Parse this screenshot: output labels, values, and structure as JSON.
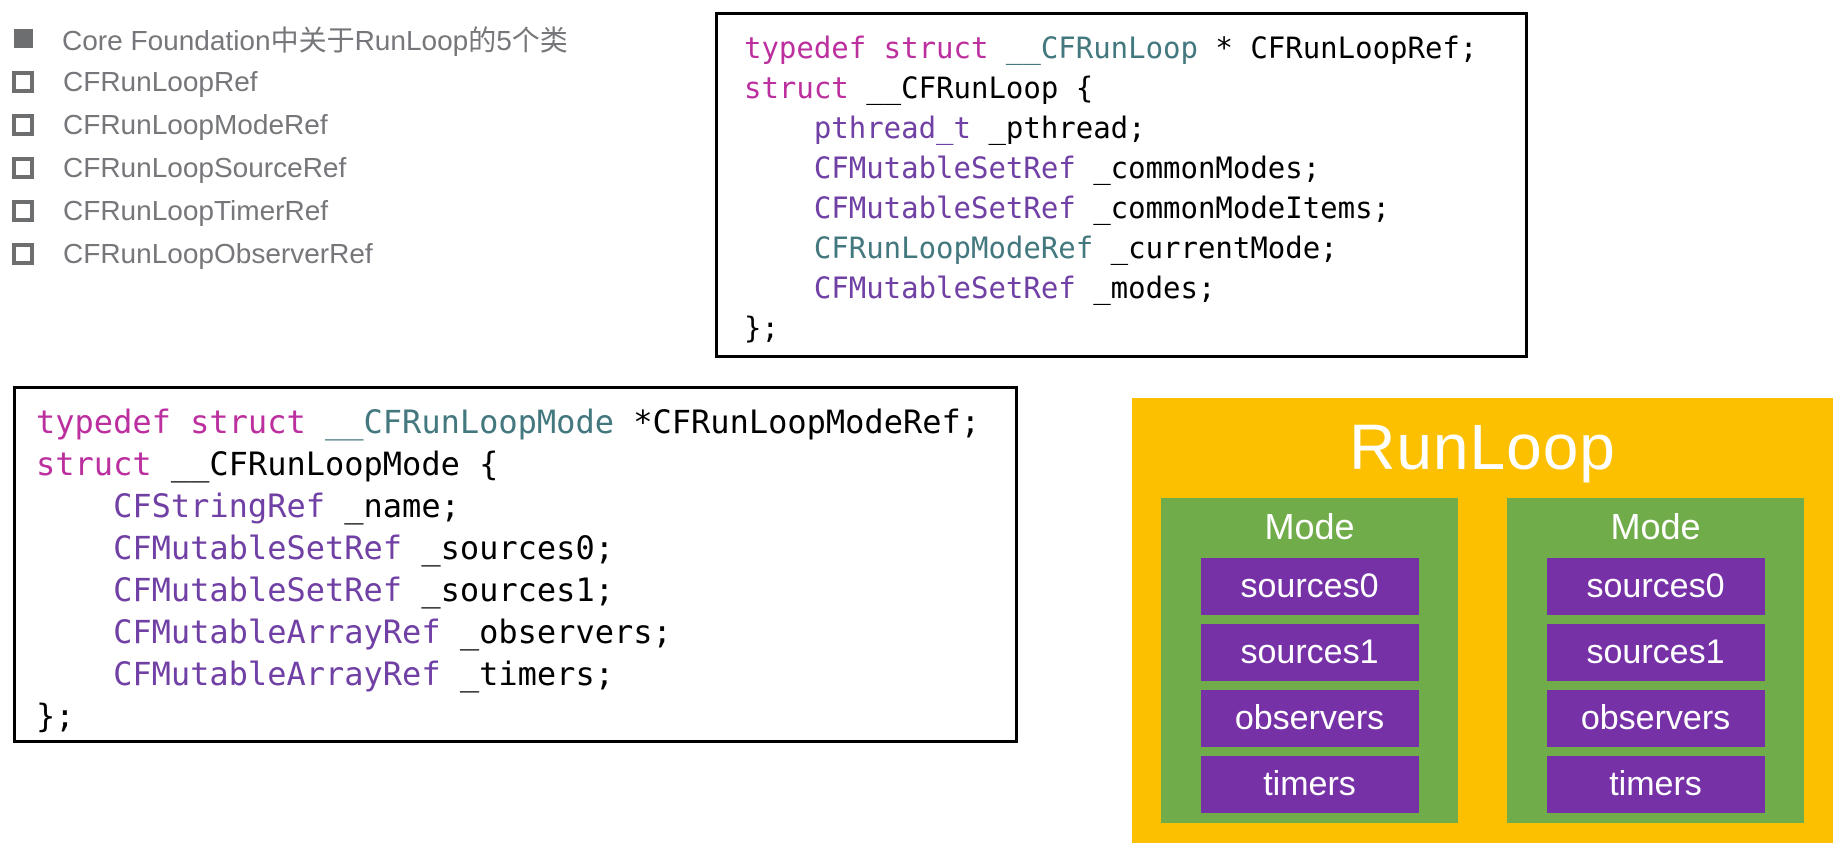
{
  "bullet_list": {
    "text_color": "#76777a",
    "bullet_color": "#6d6e70",
    "items": [
      {
        "bullet": "filled",
        "label": "Core Foundation中关于RunLoop的5个类"
      },
      {
        "bullet": "hollow",
        "label": "CFRunLoopRef"
      },
      {
        "bullet": "hollow",
        "label": "CFRunLoopModeRef"
      },
      {
        "bullet": "hollow",
        "label": "CFRunLoopSourceRef"
      },
      {
        "bullet": "hollow",
        "label": "CFRunLoopTimerRef"
      },
      {
        "bullet": "hollow",
        "label": "CFRunLoopObserverRef"
      }
    ]
  },
  "syntax_colors": {
    "keyword": "#bc2f9f",
    "type_project": "#44787f",
    "type_other": "#7040a5",
    "plain": "#000000"
  },
  "code_blocks": [
    {
      "name": "cfrunloop-struct",
      "lines": [
        [
          {
            "text": "typedef struct ",
            "color": "keyword"
          },
          {
            "text": "__CFRunLoop",
            "color": "type_project"
          },
          {
            "text": " * CFRunLoopRef;",
            "color": "plain"
          }
        ],
        [
          {
            "text": "struct",
            "color": "keyword"
          },
          {
            "text": " __CFRunLoop {",
            "color": "plain"
          }
        ],
        [
          {
            "text": "    ",
            "color": "plain"
          },
          {
            "text": "pthread_t",
            "color": "type_other"
          },
          {
            "text": " _pthread;",
            "color": "plain"
          }
        ],
        [
          {
            "text": "    ",
            "color": "plain"
          },
          {
            "text": "CFMutableSetRef",
            "color": "type_other"
          },
          {
            "text": " _commonModes;",
            "color": "plain"
          }
        ],
        [
          {
            "text": "    ",
            "color": "plain"
          },
          {
            "text": "CFMutableSetRef",
            "color": "type_other"
          },
          {
            "text": " _commonModeItems;",
            "color": "plain"
          }
        ],
        [
          {
            "text": "    ",
            "color": "plain"
          },
          {
            "text": "CFRunLoopModeRef",
            "color": "type_project"
          },
          {
            "text": " _currentMode;",
            "color": "plain"
          }
        ],
        [
          {
            "text": "    ",
            "color": "plain"
          },
          {
            "text": "CFMutableSetRef",
            "color": "type_other"
          },
          {
            "text": " _modes;",
            "color": "plain"
          }
        ],
        [
          {
            "text": "};",
            "color": "plain"
          }
        ]
      ]
    },
    {
      "name": "cfrunloopmode-struct",
      "lines": [
        [
          {
            "text": "typedef struct ",
            "color": "keyword"
          },
          {
            "text": "__CFRunLoopMode",
            "color": "type_project"
          },
          {
            "text": " *CFRunLoopModeRef;",
            "color": "plain"
          }
        ],
        [
          {
            "text": "struct",
            "color": "keyword"
          },
          {
            "text": " __CFRunLoopMode {",
            "color": "plain"
          }
        ],
        [
          {
            "text": "    ",
            "color": "plain"
          },
          {
            "text": "CFStringRef",
            "color": "type_other"
          },
          {
            "text": " _name;",
            "color": "plain"
          }
        ],
        [
          {
            "text": "    ",
            "color": "plain"
          },
          {
            "text": "CFMutableSetRef",
            "color": "type_other"
          },
          {
            "text": " _sources0;",
            "color": "plain"
          }
        ],
        [
          {
            "text": "    ",
            "color": "plain"
          },
          {
            "text": "CFMutableSetRef",
            "color": "type_other"
          },
          {
            "text": " _sources1;",
            "color": "plain"
          }
        ],
        [
          {
            "text": "    ",
            "color": "plain"
          },
          {
            "text": "CFMutableArrayRef",
            "color": "type_other"
          },
          {
            "text": " _observers;",
            "color": "plain"
          }
        ],
        [
          {
            "text": "    ",
            "color": "plain"
          },
          {
            "text": "CFMutableArrayRef",
            "color": "type_other"
          },
          {
            "text": " _timers;",
            "color": "plain"
          }
        ],
        [
          {
            "text": "};",
            "color": "plain"
          }
        ]
      ]
    }
  ],
  "diagram": {
    "title": "RunLoop",
    "colors": {
      "runloop_bg": "#fdc000",
      "mode_bg": "#70ac4a",
      "item_bg": "#7531a5",
      "text": "#ffffff"
    },
    "modes": [
      {
        "label": "Mode",
        "items": [
          "sources0",
          "sources1",
          "observers",
          "timers"
        ]
      },
      {
        "label": "Mode",
        "items": [
          "sources0",
          "sources1",
          "observers",
          "timers"
        ]
      }
    ]
  }
}
